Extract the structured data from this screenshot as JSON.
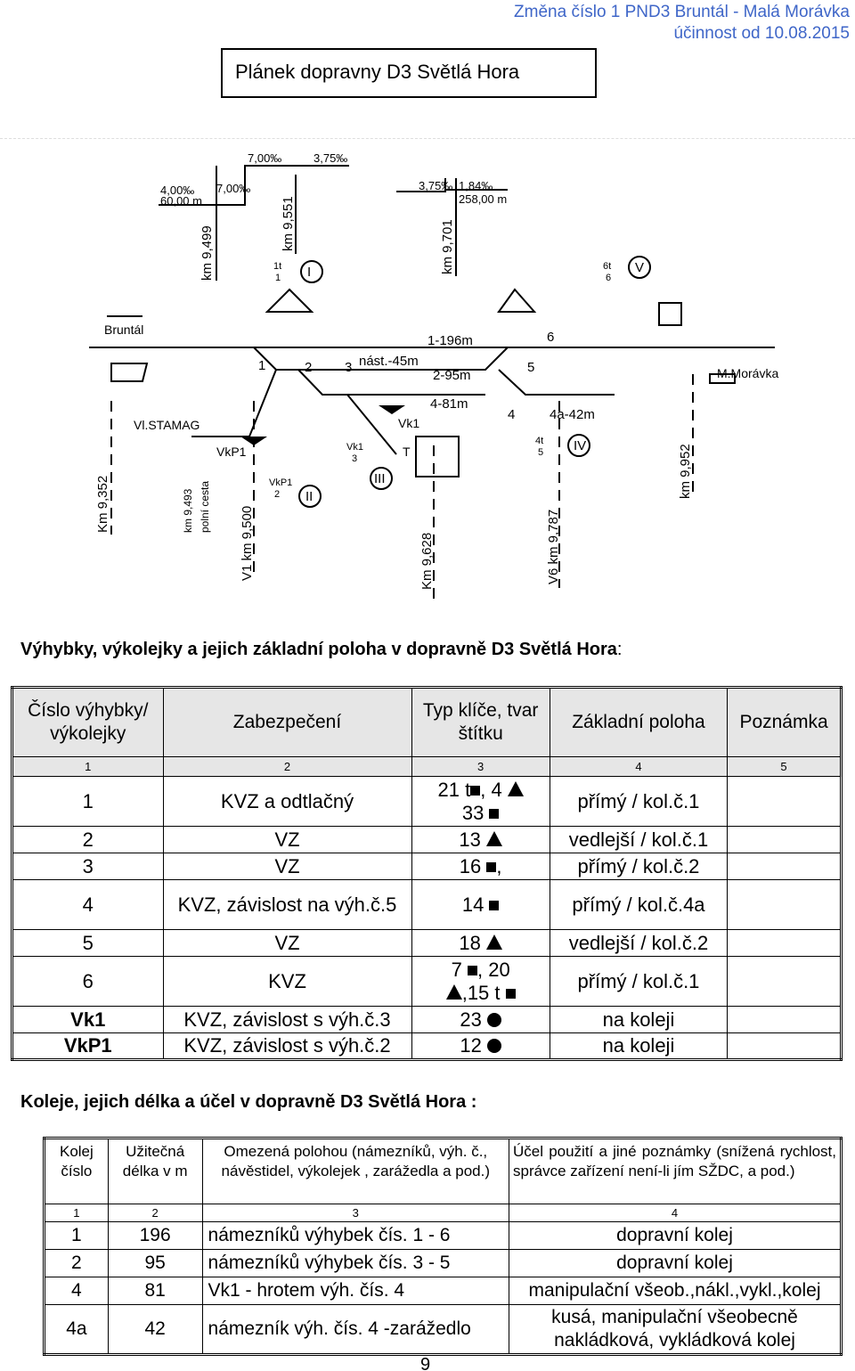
{
  "header": {
    "line1": "Změna číslo 1 PND3 Bruntál - Malá Morávka",
    "line2": "účinnost od 10.08.2015",
    "title": "Plánek dopravny D3 Světlá Hora"
  },
  "diagram": {
    "gradients": [
      "7,00‰",
      "3,75‰",
      "4,00‰",
      "7,00‰",
      "60,00 m",
      "3,75‰",
      "1,84‰",
      "258,00 m"
    ],
    "km_top": [
      "km 9,499",
      "km 9,551",
      "km 9,701"
    ],
    "stations": [
      "Bruntál",
      "M.Morávka"
    ],
    "labels": [
      "1-196m",
      "nást.-45m",
      "2-95m",
      "4-81m",
      "4a-42m",
      "Vl.STAMAG",
      "VkP1",
      "Vk1",
      "T"
    ],
    "tracks": [
      "I",
      "II",
      "III",
      "IV",
      "V"
    ],
    "km_bottom": [
      "Km 9,352",
      "km 9,493",
      "polní cesta",
      "V1 km 9,500",
      "Km 9,628",
      "V6 km 9,787",
      "km 9,952"
    ],
    "switch_numbers": [
      "1",
      "2",
      "3",
      "4",
      "5",
      "6"
    ],
    "key_symbols": [
      "1t",
      "1",
      "6t",
      "6",
      "VkP1",
      "2",
      "Vk1",
      "3",
      "4t",
      "5"
    ]
  },
  "section1": {
    "heading": "Výhybky, výkolejky a jejich základní poloha v dopravně D3 Světlá Hora",
    "colon": ":",
    "columns": [
      "Číslo výhybky/ výkolejky",
      "Zabezpečení",
      "Typ klíče, tvar štítku",
      "Základní poloha",
      "Poznámka"
    ],
    "col_numbers": [
      "1",
      "2",
      "3",
      "4",
      "5"
    ],
    "rows": [
      {
        "id": "1",
        "zab": "KVZ a odtlačný",
        "typ_a": "21 t",
        "typ_b": ", 4",
        "typ_c": "33",
        "pol": "přímý / kol.č.1"
      },
      {
        "id": "2",
        "zab": "VZ",
        "typ_a": "13",
        "pol": "vedlejší / kol.č.1"
      },
      {
        "id": "3",
        "zab": "VZ",
        "typ_a": "16",
        "typ_b": ",",
        "pol": "přímý /  kol.č.2"
      },
      {
        "id": "4",
        "zab": "KVZ, závislost na výh.č.5",
        "typ_a": "14",
        "pol": "přímý / kol.č.4a"
      },
      {
        "id": "5",
        "zab": "VZ",
        "typ_a": "18",
        "pol": "vedlejší / kol.č.2"
      },
      {
        "id": "6",
        "zab": "KVZ",
        "typ_a": "7",
        "typ_b": ", 20",
        "typ_c": ",15 t",
        "pol": "přímý / kol.č.1"
      },
      {
        "id": "Vk1",
        "zab": "KVZ, závislost s výh.č.3",
        "typ_a": "23",
        "pol": "na koleji"
      },
      {
        "id": "VkP1",
        "zab": "KVZ, závislost s výh.č.2",
        "typ_a": "12",
        "pol": "na koleji"
      }
    ]
  },
  "section2": {
    "heading": "Koleje, jejich délka a účel v dopravně D3 Světlá Hora :",
    "columns": [
      "Kolej číslo",
      "Užitečná délka v m",
      "Omezená polohou (námezníků, výh. č., návěstidel, výkolejek , zarážedla a pod.)",
      "Účel použití a jiné poznámky (snížená rychlost, správce zařízení není-li jím SŽDC, a pod.)"
    ],
    "col_numbers": [
      "1",
      "2",
      "3",
      "4"
    ],
    "rows": [
      {
        "kolej": "1",
        "delka": "196",
        "omez": "námezníků výhybek čís. 1 - 6",
        "ucel": "dopravní kolej"
      },
      {
        "kolej": "2",
        "delka": "95",
        "omez": "námezníků výhybek čís. 3 - 5",
        "ucel": "dopravní kolej"
      },
      {
        "kolej": "4",
        "delka": "81",
        "omez": "Vk1 - hrotem výh. čís. 4",
        "ucel": "manipulační všeob.,nákl.,vykl.,kolej"
      },
      {
        "kolej": "4a",
        "delka": "42",
        "omez": "námezník výh. čís. 4 -zarážedlo",
        "ucel": "kusá, manipulační všeobecně nakládková, vykládková kolej"
      }
    ]
  },
  "page_number": "9"
}
